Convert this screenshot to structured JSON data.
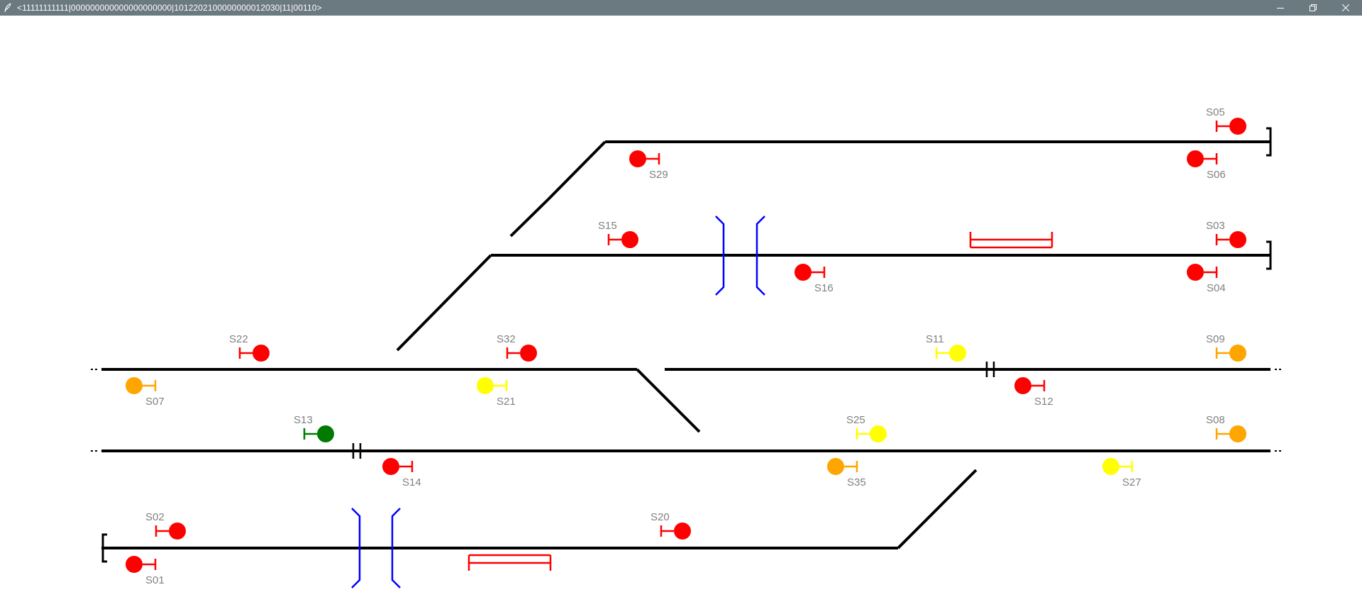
{
  "window": {
    "title": "<11111111111|000000000000000000000|1012202100000000012030|11|00110>",
    "icon": "feather-icon",
    "controls": [
      "minimize-icon",
      "restore-icon",
      "close-icon"
    ]
  },
  "colors": {
    "track": "#000000",
    "red": "#ff0000",
    "orange": "#ffa500",
    "yellow": "#ffff00",
    "green": "#007a00",
    "bridge": "#0000ff",
    "platform": "#ff0000",
    "label": "#808080"
  },
  "signals": [
    {
      "id": "S05",
      "state": "red"
    },
    {
      "id": "S29",
      "state": "red"
    },
    {
      "id": "S06",
      "state": "red"
    },
    {
      "id": "S15",
      "state": "red"
    },
    {
      "id": "S03",
      "state": "red"
    },
    {
      "id": "S16",
      "state": "red"
    },
    {
      "id": "S04",
      "state": "red"
    },
    {
      "id": "S22",
      "state": "red"
    },
    {
      "id": "S32",
      "state": "red"
    },
    {
      "id": "S11",
      "state": "yellow"
    },
    {
      "id": "S09",
      "state": "orange"
    },
    {
      "id": "S07",
      "state": "orange"
    },
    {
      "id": "S21",
      "state": "yellow"
    },
    {
      "id": "S12",
      "state": "red"
    },
    {
      "id": "S13",
      "state": "green"
    },
    {
      "id": "S25",
      "state": "yellow"
    },
    {
      "id": "S08",
      "state": "orange"
    },
    {
      "id": "S14",
      "state": "red"
    },
    {
      "id": "S35",
      "state": "orange"
    },
    {
      "id": "S27",
      "state": "yellow"
    },
    {
      "id": "S02",
      "state": "red"
    },
    {
      "id": "S20",
      "state": "red"
    },
    {
      "id": "S01",
      "state": "red"
    }
  ]
}
